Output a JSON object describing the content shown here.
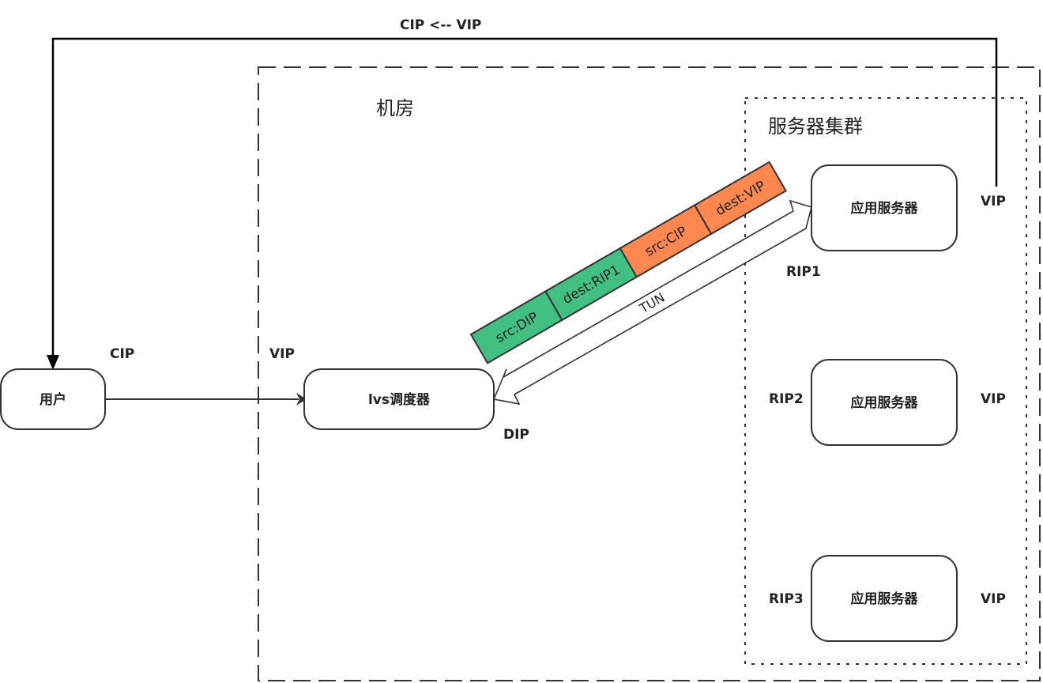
{
  "return_path_label": "CIP <-- VIP",
  "zones": {
    "datacenter": {
      "title": "机房"
    },
    "cluster": {
      "title": "服务器集群"
    }
  },
  "nodes": {
    "user": {
      "label": "用户",
      "ip_label": "CIP"
    },
    "lvs": {
      "label": "lvs调度器",
      "vip_label": "VIP",
      "dip_label": "DIP"
    },
    "servers": [
      {
        "label": "应用服务器",
        "rip_label": "RIP1",
        "vip_label": "VIP"
      },
      {
        "label": "应用服务器",
        "rip_label": "RIP2",
        "vip_label": "VIP"
      },
      {
        "label": "应用服务器",
        "rip_label": "RIP3",
        "vip_label": "VIP"
      }
    ]
  },
  "tunnel": {
    "label": "TUN",
    "packet": [
      {
        "text": "src:DIP",
        "color": "#42c082",
        "layer": "outer"
      },
      {
        "text": "dest:RIP1",
        "color": "#42c082",
        "layer": "outer"
      },
      {
        "text": "src:CIP",
        "color": "#ff8850",
        "layer": "inner"
      },
      {
        "text": "dest:VIP",
        "color": "#ff8850",
        "layer": "inner"
      }
    ]
  },
  "colors": {
    "stroke": "#333333",
    "text": "#222222"
  }
}
